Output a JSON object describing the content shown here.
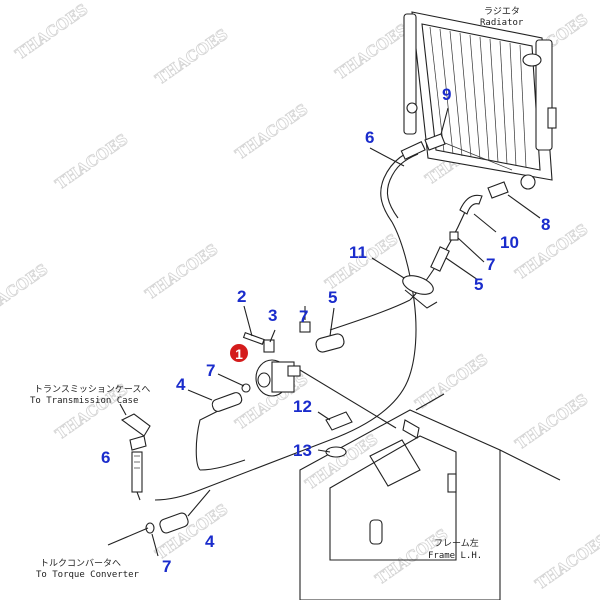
{
  "labels": {
    "radiator_jp": "ラジエタ",
    "radiator_en": "Radiator",
    "transmission_jp": "トランスミッションケースへ",
    "transmission_en": "To Transmission Case",
    "converter_jp": "トルクコンバータへ",
    "converter_en": "To Torque Converter",
    "frame_jp": "フレーム左",
    "frame_en": "Frame L.H."
  },
  "callouts": {
    "c1": "1",
    "c2": "2",
    "c3": "3",
    "c4a": "4",
    "c4b": "4",
    "c5a": "5",
    "c5b": "5",
    "c6a": "6",
    "c6b": "6",
    "c7a": "7",
    "c7b": "7",
    "c7c": "7",
    "c7d": "7",
    "c8": "8",
    "c9": "9",
    "c10": "10",
    "c11": "11",
    "c12": "12",
    "c13": "13"
  },
  "watermark": "THACOES",
  "colors": {
    "callout": "#1a2ccc",
    "badge": "#d41c1c",
    "watermark": "#d4d4d4"
  }
}
